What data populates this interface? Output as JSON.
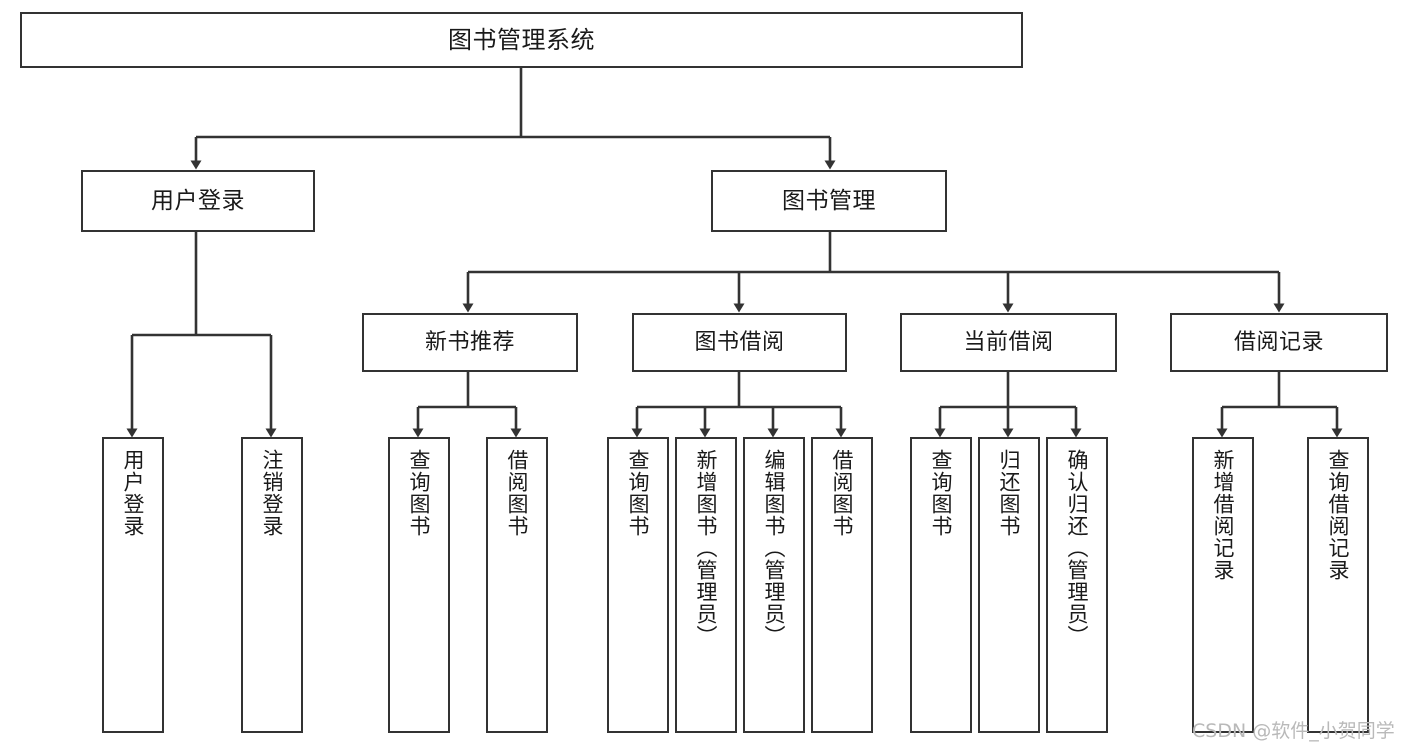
{
  "diagram": {
    "title": "图书管理系统",
    "type": "tree-hierarchy",
    "root": {
      "id": "root",
      "label": "图书管理系统"
    },
    "level2": [
      {
        "id": "user-login",
        "label": "用户登录"
      },
      {
        "id": "book-manage",
        "label": "图书管理"
      }
    ],
    "level3": [
      {
        "id": "new-book-recommend",
        "label": "新书推荐",
        "parent": "book-manage"
      },
      {
        "id": "book-borrow",
        "label": "图书借阅",
        "parent": "book-manage"
      },
      {
        "id": "current-borrow",
        "label": "当前借阅",
        "parent": "book-manage"
      },
      {
        "id": "borrow-record",
        "label": "借阅记录",
        "parent": "book-manage"
      }
    ],
    "leaves": [
      {
        "id": "leaf-user-login",
        "label": "用户登录",
        "parent": "user-login"
      },
      {
        "id": "leaf-user-logout",
        "label": "注销登录",
        "parent": "user-login"
      },
      {
        "id": "leaf-query-book-1",
        "label": "查询图书",
        "parent": "new-book-recommend"
      },
      {
        "id": "leaf-borrow-book-1",
        "label": "借阅图书",
        "parent": "new-book-recommend"
      },
      {
        "id": "leaf-query-book-2",
        "label": "查询图书",
        "parent": "book-borrow"
      },
      {
        "id": "leaf-add-book",
        "label": "新增图书（管理员）",
        "parent": "book-borrow"
      },
      {
        "id": "leaf-edit-book",
        "label": "编辑图书（管理员）",
        "parent": "book-borrow"
      },
      {
        "id": "leaf-borrow-book-2",
        "label": "借阅图书",
        "parent": "book-borrow"
      },
      {
        "id": "leaf-query-book-3",
        "label": "查询图书",
        "parent": "current-borrow"
      },
      {
        "id": "leaf-return-book",
        "label": "归还图书",
        "parent": "current-borrow"
      },
      {
        "id": "leaf-confirm-return",
        "label": "确认归还（管理员）",
        "parent": "current-borrow"
      },
      {
        "id": "leaf-add-record",
        "label": "新增借阅记录",
        "parent": "borrow-record"
      },
      {
        "id": "leaf-query-record",
        "label": "查询借阅记录",
        "parent": "borrow-record"
      }
    ],
    "watermark": "CSDN @软件_小贺同学",
    "colors": {
      "stroke": "#333333",
      "background": "#ffffff",
      "text": "#1a1a1a",
      "watermark": "#b9b9b9"
    }
  }
}
